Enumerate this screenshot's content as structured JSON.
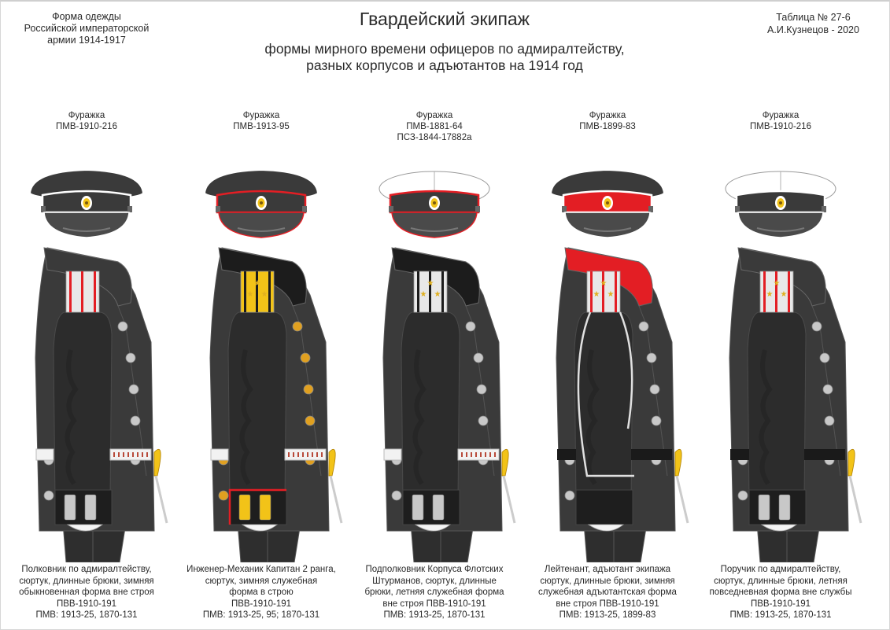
{
  "header": {
    "left": [
      "Форма одежды",
      "Российской императорской",
      "армии  1914-1917"
    ],
    "title": "Гвардейский экипаж",
    "subtitle": [
      "формы мирного времени офицеров по адмиралтейству,",
      "разных корпусов и адъютантов на 1914 год"
    ],
    "right": [
      "Таблица № 27-6",
      "А.И.Кузнецов - 2020"
    ]
  },
  "colors": {
    "cloth": "#3a3a3a",
    "cloth_dark": "#222222",
    "red": "#e31e24",
    "gold": "#f2c318",
    "silver": "#d9d9d9",
    "white": "#ffffff"
  },
  "figures": [
    {
      "cap_label": [
        "Фуражка",
        "ПМВ-1910-216"
      ],
      "cap": {
        "crown": "#3a3a3a",
        "band": "#3a3a3a",
        "piping": "#ffffff",
        "white_cover": false
      },
      "uniform": {
        "collar": "#3a3a3a",
        "shoulder_board": "#e8e8e8",
        "stripes": "#e31e24",
        "stars": 0,
        "buttons": "#c8c8c8",
        "belt": "silver",
        "cuff_piping": "none",
        "cuff_emblem": "#c8c8c8",
        "sword_hilt": "#f2c318"
      },
      "caption": [
        "Полковник по адмиралтейству,",
        "сюртук, длинные брюки, зимняя",
        "обыкновенная форма вне строя",
        "ПВВ-1910-191",
        "ПМВ: 1913-25, 1870-131"
      ]
    },
    {
      "cap_label": [
        "Фуражка",
        "ПМВ-1913-95"
      ],
      "cap": {
        "crown": "#3a3a3a",
        "band": "#3a3a3a",
        "piping": "#e31e24",
        "white_cover": false
      },
      "uniform": {
        "collar": "#1c1c1c",
        "shoulder_board": "#f2c318",
        "stripes": "#1c1c1c",
        "stars": 3,
        "buttons": "#e0a020",
        "belt": "silver",
        "cuff_piping": "#e31e24",
        "cuff_emblem": "#f2c318",
        "sword_hilt": "#f2c318"
      },
      "caption": [
        "Инженер-Механик Капитан 2 ранга,",
        "сюртук, зимняя служебная",
        "форма в строю",
        "ПВВ-1910-191",
        "ПМВ: 1913-25, 95; 1870-131"
      ]
    },
    {
      "cap_label": [
        "Фуражка",
        "ПМВ-1881-64",
        "ПСЗ-1844-17882а"
      ],
      "cap": {
        "crown": "#3a3a3a",
        "band": "#3a3a3a",
        "piping": "#e31e24",
        "white_cover": true
      },
      "uniform": {
        "collar": "#1c1c1c",
        "shoulder_board": "#e8e8e8",
        "stripes": "#1c1c1c",
        "stars": 3,
        "buttons": "#c8c8c8",
        "belt": "silver",
        "cuff_piping": "none",
        "cuff_emblem": "#c8c8c8",
        "sword_hilt": "#f2c318"
      },
      "caption": [
        "Подполковник Корпуса Флотских",
        "Штурманов, сюртук, длинные",
        "брюки, летняя служебная форма",
        "вне строя ПВВ-1910-191",
        "ПМВ: 1913-25, 1870-131"
      ]
    },
    {
      "cap_label": [
        "Фуражка",
        "ПМВ-1899-83"
      ],
      "cap": {
        "crown": "#3a3a3a",
        "band": "#e31e24",
        "piping": "#ffffff",
        "white_cover": false
      },
      "uniform": {
        "collar": "#e31e24",
        "shoulder_board": "#e8e8e8",
        "stripes": "#e31e24",
        "stars": 3,
        "buttons": "#c8c8c8",
        "belt": "black",
        "cuff_piping": "none",
        "cuff_emblem": "none",
        "sword_hilt": "#f2c318",
        "aiguillette": true
      },
      "caption": [
        "Лейтенант, адъютант экипажа",
        "сюртук, длинные брюки, зимняя",
        "служебная адъютантская форма",
        "вне строя ПВВ-1910-191",
        "ПМВ: 1913-25, 1899-83"
      ]
    },
    {
      "cap_label": [
        "Фуражка",
        "ПМВ-1910-216"
      ],
      "cap": {
        "crown": "#3a3a3a",
        "band": "#3a3a3a",
        "piping": "#ffffff",
        "white_cover": true
      },
      "uniform": {
        "collar": "#3a3a3a",
        "shoulder_board": "#e8e8e8",
        "stripes": "#e31e24",
        "stars": 3,
        "buttons": "#c8c8c8",
        "belt": "black",
        "cuff_piping": "none",
        "cuff_emblem": "#c8c8c8",
        "sword_hilt": "#f2c318"
      },
      "caption": [
        "Поручик по адмиралтейству,",
        "сюртук, длинные брюки, летняя",
        "повседневная форма вне службы",
        "ПВВ-1910-191",
        "ПМВ: 1913-25, 1870-131"
      ]
    }
  ]
}
